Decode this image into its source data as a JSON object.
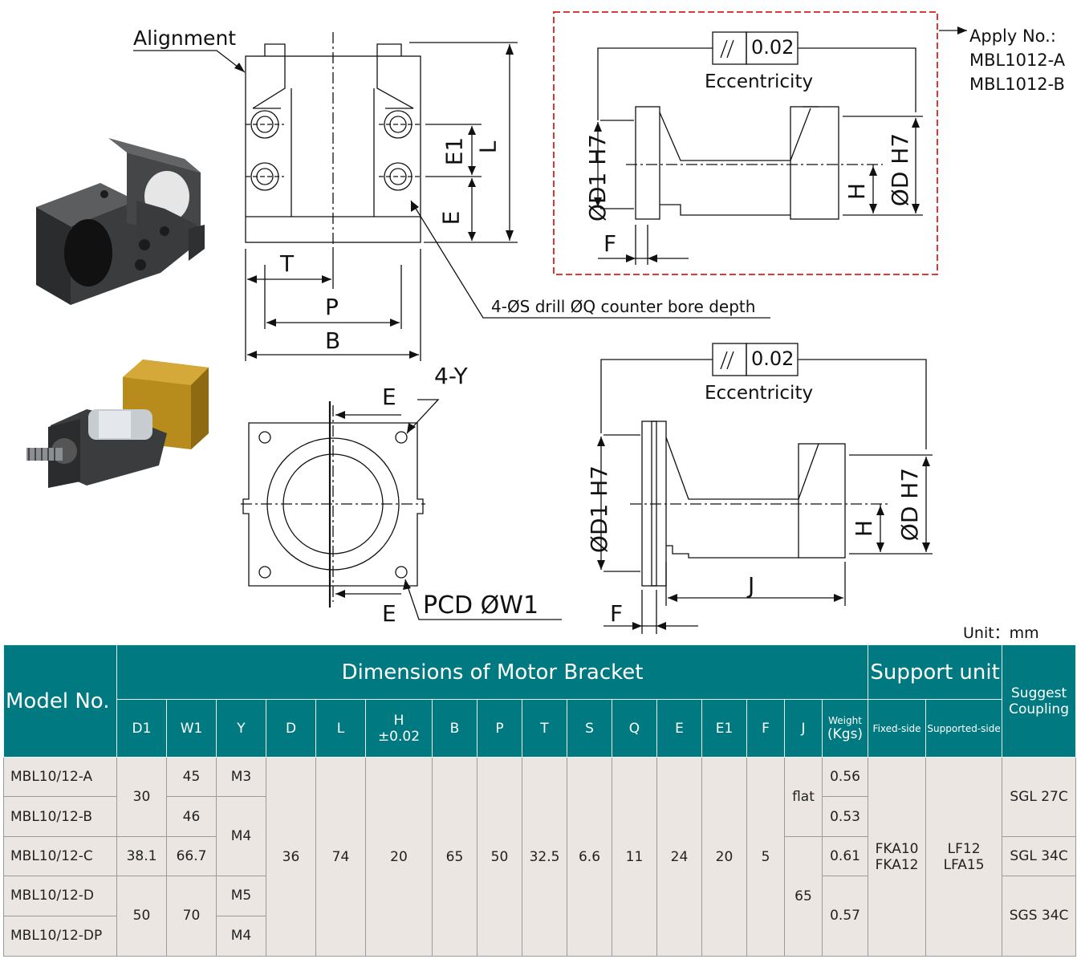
{
  "drawing": {
    "alignment_label": "Alignment",
    "dim_L": "L",
    "dim_E1": "E1",
    "dim_E": "E",
    "dim_T": "T",
    "dim_P": "P",
    "dim_B": "B",
    "drill_note": "4-ØS drill ØQ counter bore depth",
    "holes_label": "4-Y",
    "pcd_label": "PCD ØW1",
    "dim_E_top": "E",
    "dim_E_bottom": "E",
    "tol_value": "0.02",
    "tol_value_2": "0.02",
    "eccentricity": "Eccentricity",
    "eccentricity_2": "Eccentricity",
    "d1_label": "ØD1 H7",
    "d1_label_2": "ØD1 H7",
    "d_label": "ØD H7",
    "d_label_2": "ØD H7",
    "h_label": "H",
    "h_label_2": "H",
    "f_label": "F",
    "f_label_2": "F",
    "j_label": "J",
    "apply_title": "Apply No.:",
    "apply_items": [
      "MBL1012-A",
      "MBL1012-B"
    ]
  },
  "unit_label": "Unit：mm",
  "table": {
    "model_header": "Model No.",
    "group_header": "Dimensions of Motor Bracket",
    "support_header": "Support unit",
    "coupling_header": "Suggest Coupling",
    "columns": {
      "D1": "D1",
      "W1": "W1",
      "Y": "Y",
      "D": "D",
      "L": "L",
      "H": "H",
      "H_tol": "±0.02",
      "B": "B",
      "P": "P",
      "T": "T",
      "S": "S",
      "Q": "Q",
      "E": "E",
      "E1": "E1",
      "F": "F",
      "J": "J",
      "weight": "Weight",
      "weight_unit": "(Kgs)",
      "fixed": "Fixed-side",
      "supported": "Supported-side"
    },
    "models": [
      "MBL10/12-A",
      "MBL10/12-B",
      "MBL10/12-C",
      "MBL10/12-D",
      "MBL10/12-DP"
    ],
    "D1": [
      "30",
      "38.1",
      "50"
    ],
    "W1": [
      "45",
      "46",
      "66.7",
      "70"
    ],
    "Y": [
      "M3",
      "M4",
      "M5",
      "M4"
    ],
    "common": {
      "D": "36",
      "L": "74",
      "H": "20",
      "B": "65",
      "P": "50",
      "T": "32.5",
      "S": "6.6",
      "Q": "11",
      "E": "24",
      "E1": "20",
      "F": "5"
    },
    "J": [
      "flat",
      "65"
    ],
    "weight": [
      "0.56",
      "0.53",
      "0.61",
      "0.57"
    ],
    "fixed_side": "FKA10\nFKA12",
    "supported_side": "LF12\nLFA15",
    "coupling": [
      "SGL 27C",
      "SGL 34C",
      "SGS 34C"
    ]
  }
}
